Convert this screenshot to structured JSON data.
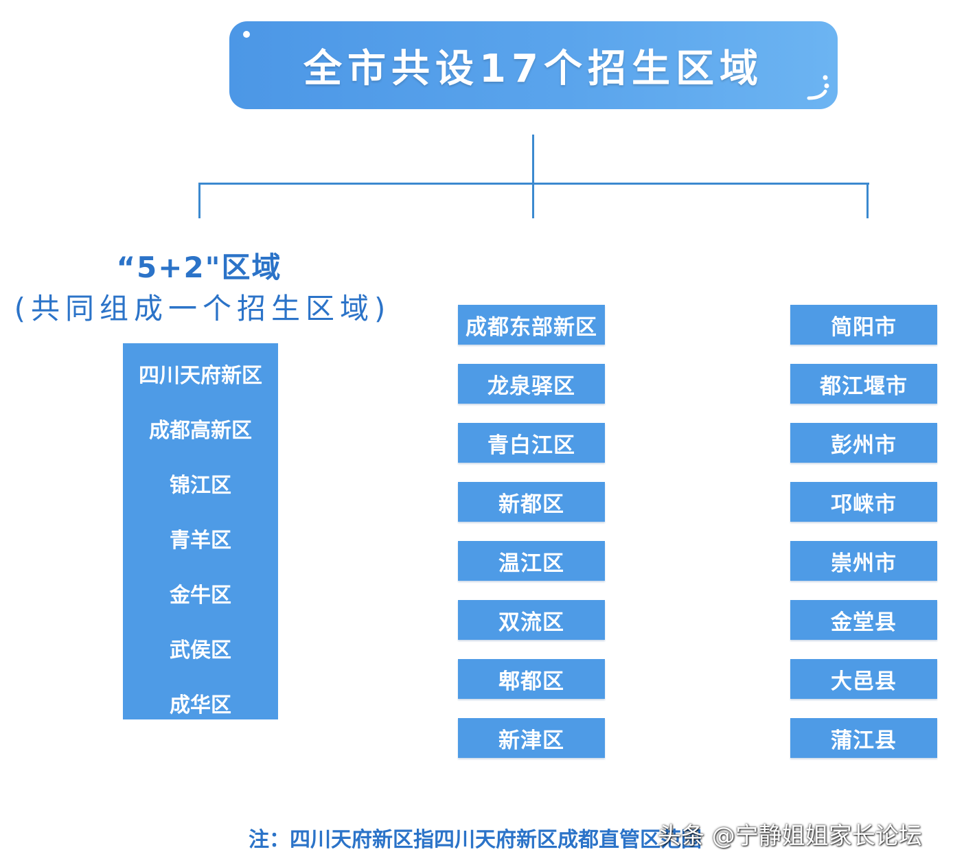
{
  "title": "全市共设17个招生区域",
  "left_group": {
    "title": "“5+2\"区域",
    "subtitle": "(共同组成一个招生区域)",
    "items": [
      "四川天府新区",
      "成都高新区",
      "锦江区",
      "青羊区",
      "金牛区",
      "武侯区",
      "成华区"
    ]
  },
  "middle_group": {
    "items": [
      "成都东部新区",
      "龙泉驿区",
      "青白江区",
      "新都区",
      "温江区",
      "双流区",
      "郫都区",
      "新津区"
    ]
  },
  "right_group": {
    "items": [
      "简阳市",
      "都江堰市",
      "彭州市",
      "邛崃市",
      "崇州市",
      "金堂县",
      "大邑县",
      "蒲江县"
    ]
  },
  "note": "注：四川天府新区指四川天府新区成都直管区范围",
  "watermark": "头条 @宁静姐姐家长论坛",
  "colors": {
    "banner": "#5aa4ec",
    "box": "#4e9be6",
    "line": "#3b89cf",
    "text_blue": "#2b73c8"
  }
}
